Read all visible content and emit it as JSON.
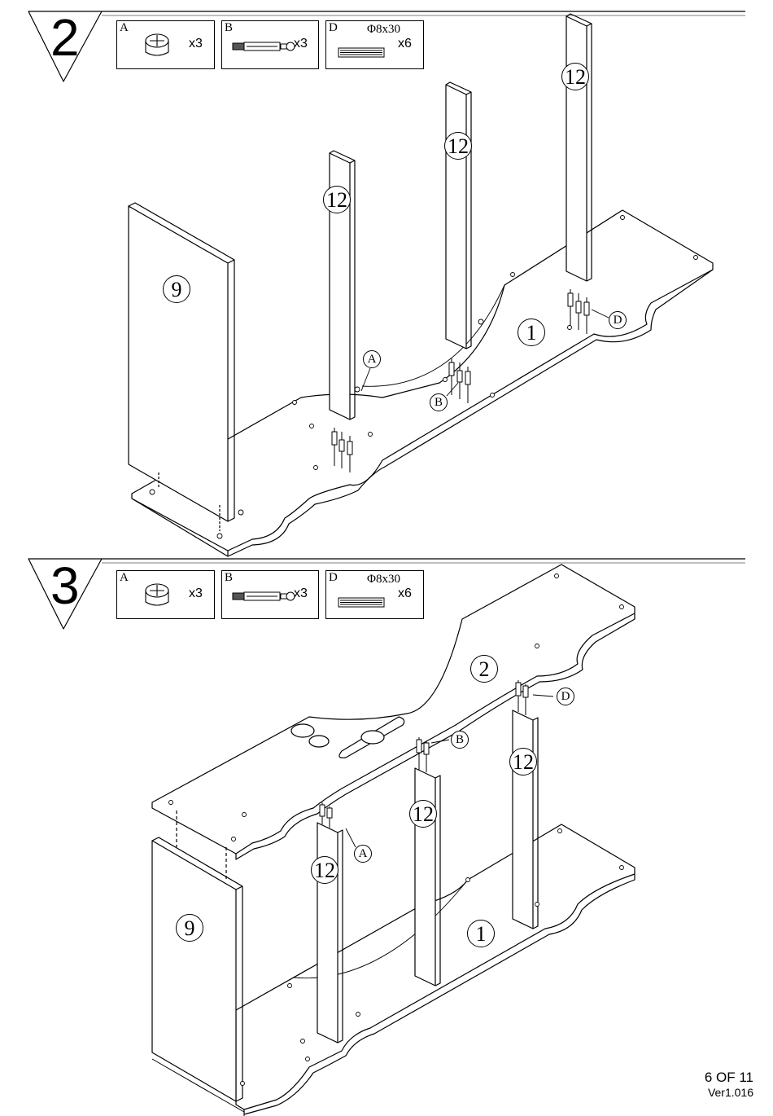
{
  "page": {
    "page_number": "6 OF 11",
    "version": "Ver1.016"
  },
  "steps": [
    {
      "number": "2",
      "hardware": [
        {
          "letter": "A",
          "qty": "x3",
          "icon": "cam-lock-icon"
        },
        {
          "letter": "B",
          "qty": "x3",
          "icon": "cam-bolt-icon"
        },
        {
          "letter": "D",
          "spec": "Φ8x30",
          "qty": "x6",
          "icon": "wood-dowel-icon"
        }
      ],
      "parts": [
        "9",
        "12",
        "12",
        "12",
        "1"
      ],
      "callouts": [
        "A",
        "B",
        "D"
      ]
    },
    {
      "number": "3",
      "hardware": [
        {
          "letter": "A",
          "qty": "x3",
          "icon": "cam-lock-icon"
        },
        {
          "letter": "B",
          "qty": "x3",
          "icon": "cam-bolt-icon"
        },
        {
          "letter": "D",
          "spec": "Φ8x30",
          "qty": "x6",
          "icon": "wood-dowel-icon"
        }
      ],
      "parts": [
        "2",
        "12",
        "12",
        "12",
        "9",
        "1"
      ],
      "callouts": [
        "D",
        "B",
        "A"
      ]
    }
  ]
}
